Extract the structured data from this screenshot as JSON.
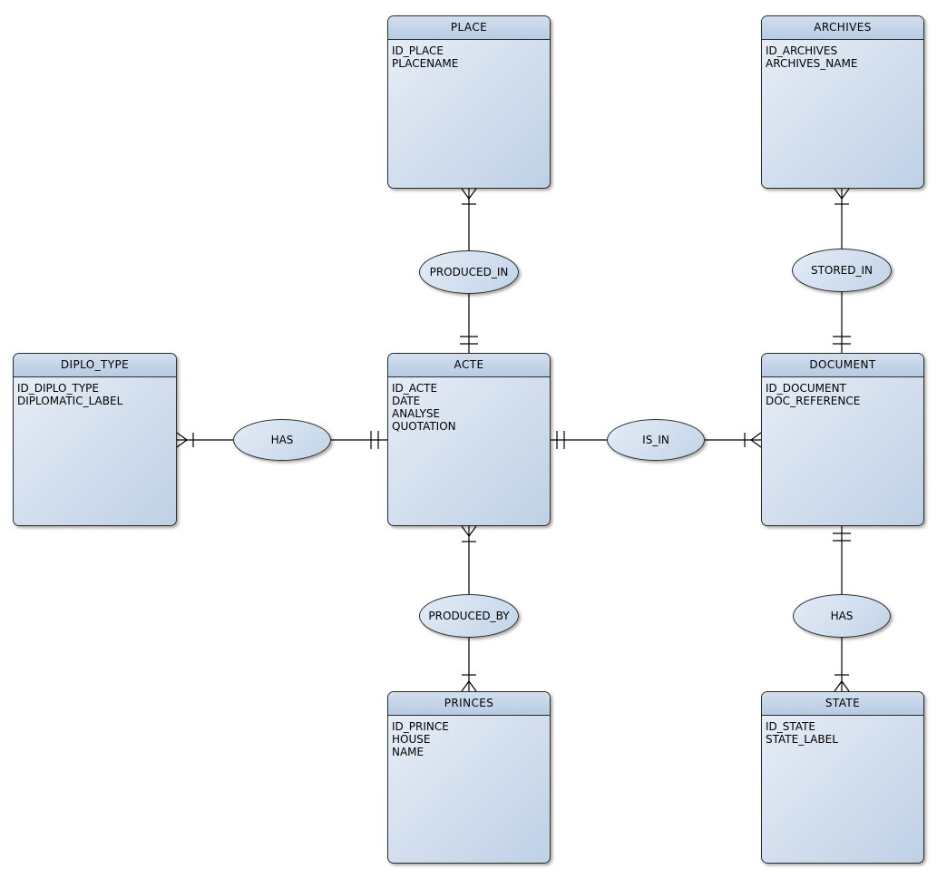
{
  "colors": {
    "canvas-bg": "#ffffff",
    "entity-border": "#2b2b2b",
    "header-top": "#d3dfee",
    "header-bottom": "#b6cbe3",
    "body-light": "#e9eff7",
    "body-dark": "#bfd0e6",
    "ellipse-light": "#e4ecf6",
    "ellipse-dark": "#c2d4e9",
    "line-color": "#000000",
    "text-color": "#000000"
  },
  "diagram": {
    "type": "entity-relationship-diagram",
    "entities": [
      {
        "name": "PLACE",
        "attributes": [
          "ID_PLACE",
          "PLACENAME"
        ]
      },
      {
        "name": "ARCHIVES",
        "attributes": [
          "ID_ARCHIVES",
          "ARCHIVES_NAME"
        ]
      },
      {
        "name": "DIPLO_TYPE",
        "attributes": [
          "ID_DIPLO_TYPE",
          "DIPLOMATIC_LABEL"
        ]
      },
      {
        "name": "ACTE",
        "attributes": [
          "ID_ACTE",
          "DATE",
          "ANALYSE",
          "QUOTATION"
        ]
      },
      {
        "name": "DOCUMENT",
        "attributes": [
          "ID_DOCUMENT",
          "DOC_REFERENCE"
        ]
      },
      {
        "name": "PRINCES",
        "attributes": [
          "ID_PRINCE",
          "HOUSE",
          "NAME"
        ]
      },
      {
        "name": "STATE",
        "attributes": [
          "ID_STATE",
          "STATE_LABEL"
        ]
      }
    ],
    "relationships": [
      {
        "label": "PRODUCED_IN",
        "source": "PLACE",
        "target": "ACTE",
        "source_end": "crow-foot-with-tick",
        "target_end": "double-tick"
      },
      {
        "label": "STORED_IN",
        "source": "ARCHIVES",
        "target": "DOCUMENT",
        "source_end": "crow-foot-with-tick",
        "target_end": "double-tick"
      },
      {
        "label": "HAS",
        "source": "DIPLO_TYPE",
        "target": "ACTE",
        "source_end": "crow-foot-with-tick",
        "target_end": "double-tick"
      },
      {
        "label": "IS_IN",
        "source": "ACTE",
        "target": "DOCUMENT",
        "source_end": "double-tick",
        "target_end": "tick-with-crow-foot"
      },
      {
        "label": "PRODUCED_BY",
        "source": "ACTE",
        "target": "PRINCES",
        "source_end": "crow-foot-with-tick",
        "target_end": "tick-with-crow-foot"
      },
      {
        "label": "HAS",
        "source": "DOCUMENT",
        "target": "STATE",
        "source_end": "double-tick",
        "target_end": "tick-with-crow-foot"
      }
    ],
    "notation": {
      "crow-foot": "many",
      "tick": "one",
      "double-tick": "one and only one"
    }
  }
}
